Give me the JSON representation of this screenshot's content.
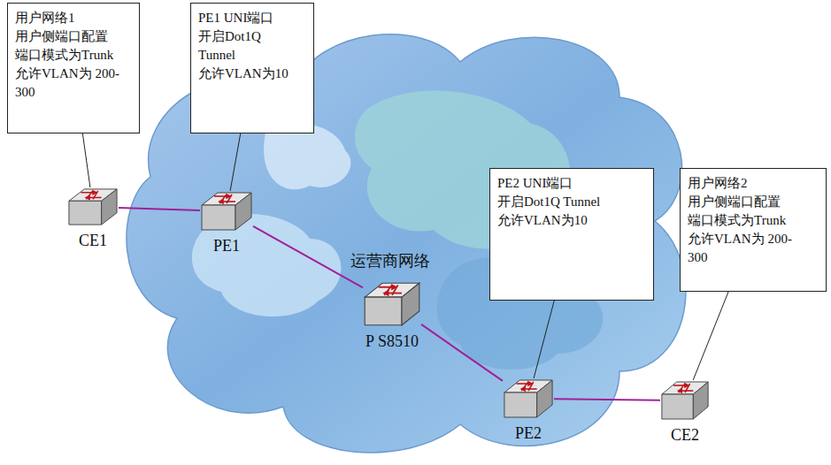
{
  "diagram": {
    "nodes": [
      {
        "text": [
          "用户网络1 用户侧端口配置 端口模式为Trunk 允许VLAN为 200-300"
        ]
      },
      {
        "text": [
          "PE1 UNI端口 开启Dot1Q Tunnel 允许VLAN为10"
        ]
      },
      {
        "text": [
          "CE1"
        ]
      },
      {
        "text": [
          "PE1"
        ]
      },
      {
        "text": [
          "PE2 UNI端口 开启Dot1Q Tunnel 允许VLAN为10"
        ]
      },
      {
        "text": [
          "用户网络2 用户侧端口配置 端口模式为Trunk 允许VLAN为 200-300"
        ]
      },
      {
        "text": [
          "P S8510"
        ]
      },
      {
        "text": [
          "PE2"
        ]
      },
      {
        "text": [
          "CE2"
        ]
      }
    ],
    "edges": [
      {
        "from": 2,
        "to": 3,
        "arrow": "none"
      },
      {
        "from": 3,
        "to": 6,
        "arrow": "none"
      },
      {
        "from": 6,
        "to": 7,
        "arrow": "none"
      },
      {
        "from": 7,
        "to": 8,
        "arrow": "none"
      },
      {
        "from": 0,
        "to": 2,
        "arrow": "none"
      },
      {
        "from": 1,
        "to": 3,
        "arrow": "none"
      },
      {
        "from": 4,
        "to": 7,
        "arrow": "none"
      },
      {
        "from": 5,
        "to": 8,
        "arrow": "none"
      }
    ],
    "labels": [
      "运营商网络"
    ]
  }
}
